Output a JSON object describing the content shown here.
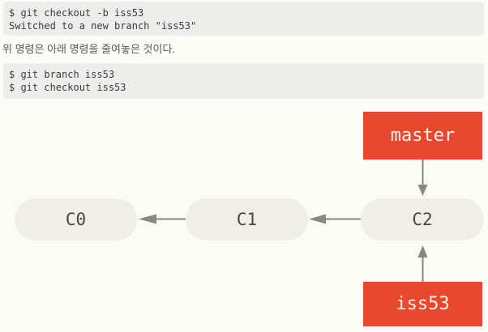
{
  "page_background": "#fcfcf7",
  "code_block_1": {
    "lines": [
      "$ git checkout -b iss53",
      "Switched to a new branch \"iss53\""
    ]
  },
  "paragraph": {
    "text": "위 명령은 아래 명령을 줄여놓은 것이다."
  },
  "code_block_2": {
    "lines": [
      "$ git branch iss53",
      "$ git checkout iss53"
    ]
  },
  "diagram": {
    "branches": [
      {
        "id": "master",
        "label": "master",
        "points_to": "C2"
      },
      {
        "id": "iss53",
        "label": "iss53",
        "points_to": "C2"
      }
    ],
    "commits": [
      {
        "id": "C0",
        "label": "C0",
        "parent": null
      },
      {
        "id": "C1",
        "label": "C1",
        "parent": "C0"
      },
      {
        "id": "C2",
        "label": "C2",
        "parent": "C1"
      }
    ],
    "colors": {
      "branch_box": "#e8492e",
      "branch_text": "#f5f2ef",
      "commit_pill": "#efeee8",
      "commit_text": "#4c463f",
      "arrow": "#8a8781",
      "code_block_bg": "#ededec",
      "page_bg": "#fcfcf7"
    }
  }
}
